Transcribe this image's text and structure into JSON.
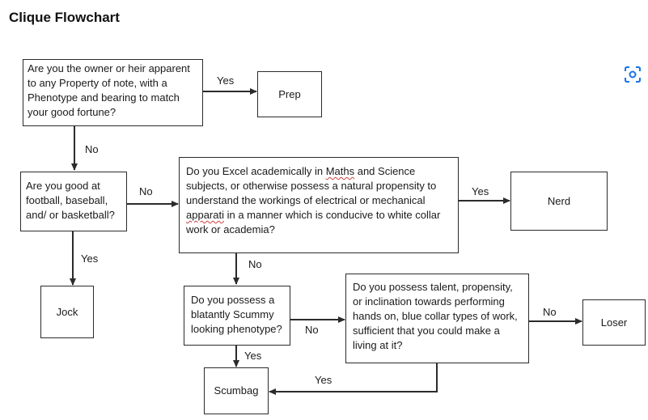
{
  "title": "Clique Flowchart",
  "colors": {
    "line": "#2b2b2b",
    "spellcheck": "#d04040",
    "icon": "#1a73e8"
  },
  "icons": {
    "lens": "lens-scan-icon"
  },
  "nodes": {
    "q_owner": "Are you the owner or heir apparent to any Property of note, with a Phenotype and bearing to match your good fortune?",
    "prep": "Prep",
    "q_sports": "Are you good at football, baseball, and/ or basketball?",
    "q_academic": {
      "part1": "Do you Excel academically in ",
      "maths": "Maths",
      "part2": " and Science subjects, or otherwise possess a natural propensity to understand the workings of electrical or mechanical ",
      "apparati": "apparati",
      "part3": " in a manner which is conducive to white collar work or academia?"
    },
    "nerd": "Nerd",
    "jock": "Jock",
    "q_scummy": "Do you possess a blatantly Scummy looking phenotype?",
    "q_talent": "Do you possess talent, propensity, or inclination towards performing hands on, blue collar types of work, sufficient that you could make a living at it?",
    "loser": "Loser",
    "scumbag": "Scumbag"
  },
  "edge_labels": {
    "owner_yes": "Yes",
    "owner_no": "No",
    "sports_no": "No",
    "sports_yes": "Yes",
    "academic_yes": "Yes",
    "academic_no": "No",
    "scummy_no": "No",
    "scummy_yes": "Yes",
    "talent_no": "No",
    "talent_yes": "Yes"
  }
}
